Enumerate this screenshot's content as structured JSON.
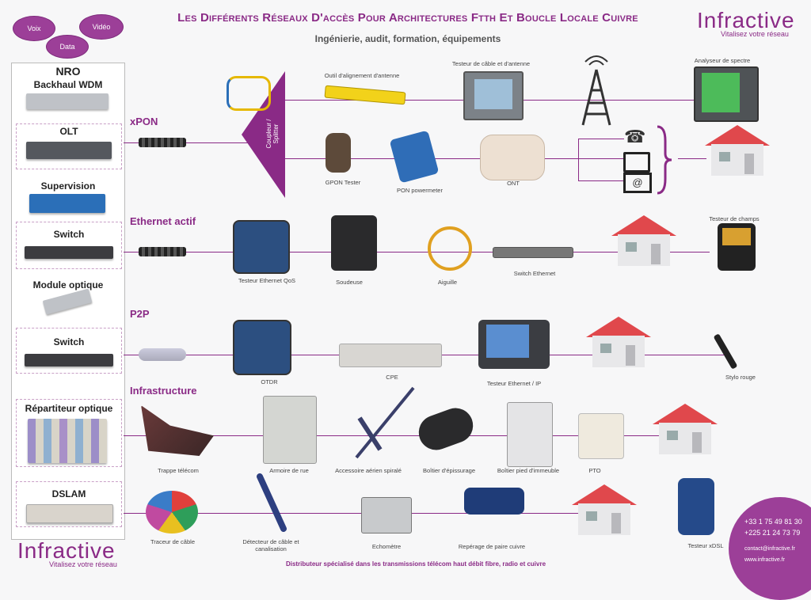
{
  "header": {
    "title": "Les Différents Réseaux D'accès Pour Architectures Ftth Et Boucle Locale Cuivre",
    "subtitle": "Ingénierie, audit, formation, équipements"
  },
  "clouds": [
    "Voix",
    "Vidéo",
    "Data"
  ],
  "brand": {
    "name": "Infractive",
    "tagline": "Vitalisez votre réseau"
  },
  "nro": {
    "title": "NRO",
    "items": [
      "Backhaul WDM",
      "OLT",
      "Supervision",
      "Switch",
      "Module optique",
      "Switch",
      "Répartiteur optique",
      "DSLAM"
    ]
  },
  "sections": {
    "xpon": "xPON",
    "ethernet": "Ethernet actif",
    "p2p": "P2P",
    "infra": "Infrastructure"
  },
  "splitter": "Coupleur / Splitter",
  "captions": {
    "alignement": "Outil d'alignement d'antenne",
    "testeur_cable": "Testeur de câble et d'antenne",
    "analyseur": "Analyseur de spectre",
    "gpon": "GPON Tester",
    "pon_power": "PON powermeter",
    "ont": "ONT",
    "testeur_qos": "Testeur Ethernet QoS",
    "soudeuse": "Soudeuse",
    "aiguille": "Aiguille",
    "switch_eth": "Switch Ethernet",
    "testeur_champs": "Testeur de champs",
    "otdr": "OTDR",
    "cpe": "CPE",
    "testeur_ip": "Testeur Ethernet / IP",
    "stylo": "Stylo rouge",
    "trappe": "Trappe télécom",
    "armoire": "Armoire de rue",
    "accessoire": "Accessoire aérien spiralé",
    "boitier_ep": "Boîtier d'épissurage",
    "boitier_pied": "Boîtier pied d'immeuble",
    "pto": "PTO",
    "traceur": "Traceur de câble",
    "detecteur": "Détecteur de câble et canalisation",
    "echometre": "Echomètre",
    "reperage": "Repérage de paire cuivre",
    "testeur_xdsl": "Testeur xDSL"
  },
  "icons": {
    "phone": "phone-icon",
    "tv": "tv-icon",
    "mail": "at-sign-icon"
  },
  "footer": "Distributeur spécialisé dans les transmissions télécom haut débit fibre, radio et cuivre",
  "contact": {
    "phone1": "+33 1 75 49 81 30",
    "phone2": "+225 21 24 73 79",
    "email": "contact@infractive.fr",
    "web": "www.infractive.fr"
  },
  "colors": {
    "accent": "#8a2a86",
    "roof": "#e0484c"
  }
}
